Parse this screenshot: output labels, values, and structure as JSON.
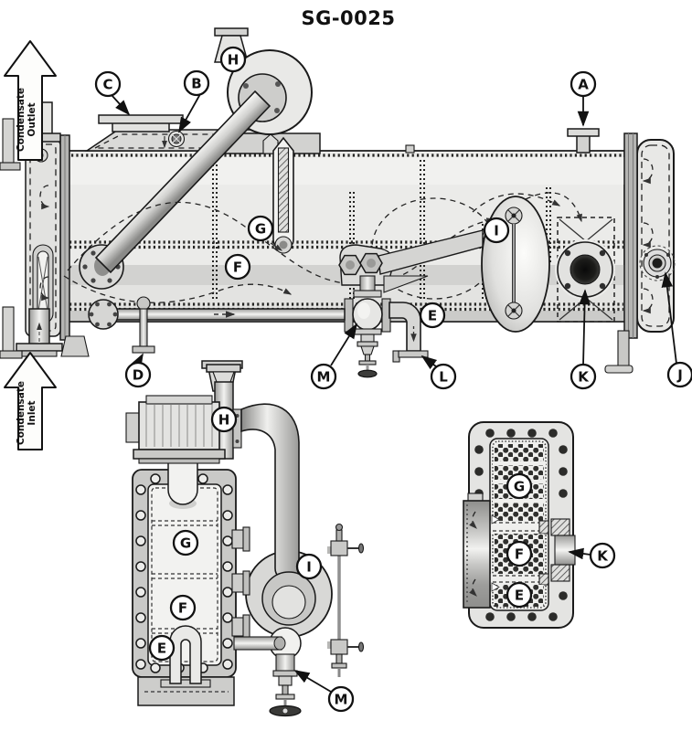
{
  "title": "SG-0025",
  "flow_arrows": {
    "outlet": {
      "line1": "Condensate",
      "line2": "Outlet"
    },
    "inlet": {
      "line1": "Condensate",
      "line2": "Inlet"
    }
  },
  "callout_letters": {
    "A": "A",
    "B": "B",
    "C": "C",
    "D": "D",
    "E": "E",
    "F": "F",
    "G": "G",
    "H": "H",
    "I": "I",
    "J": "J",
    "K": "K",
    "L": "L",
    "M": "M"
  },
  "colors": {
    "line": "#1a1a1a",
    "fill_light": "#ececea",
    "fill_mid": "#d9d9d7",
    "fill_dark": "#b4b4b2",
    "hole_dark": "#1c1c1a",
    "paper": "#ffffff"
  }
}
